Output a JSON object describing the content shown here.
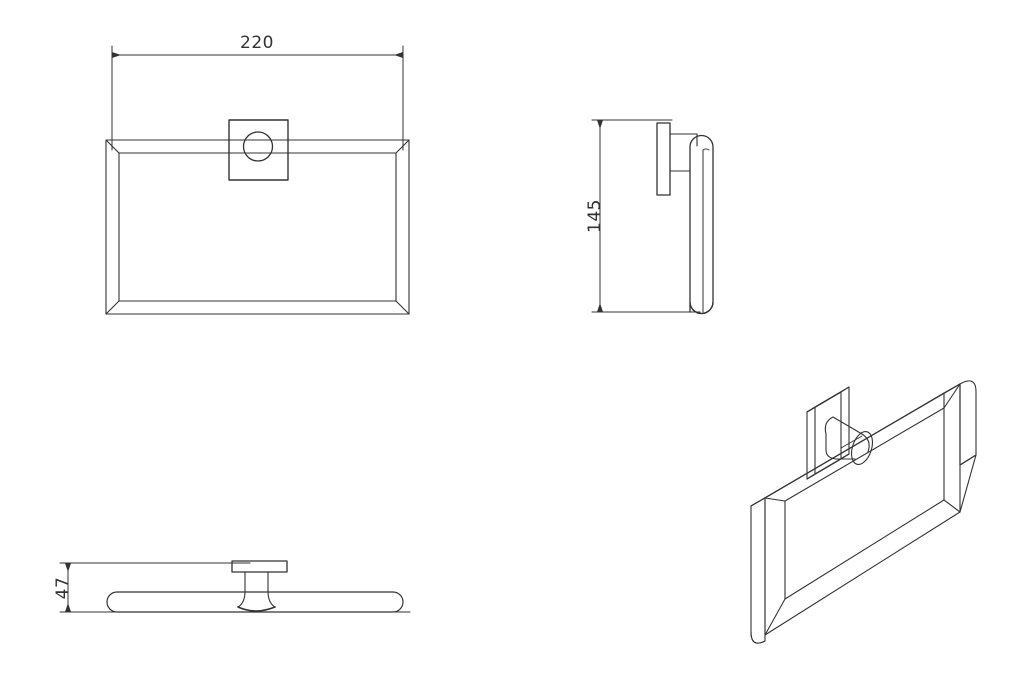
{
  "document": {
    "type": "engineering-drawing",
    "subject": "Rectangular towel ring / towel holder",
    "background_color": "#ffffff",
    "line_color": "#333333",
    "text_color": "#333333",
    "units": "mm"
  },
  "dimensions": {
    "width": {
      "label": "220",
      "view": "front-elevation",
      "orientation": "horizontal"
    },
    "height": {
      "label": "145",
      "view": "side-elevation",
      "orientation": "vertical"
    },
    "depth": {
      "label": "47",
      "view": "top-plan",
      "orientation": "vertical"
    }
  },
  "views": [
    {
      "name": "front-elevation",
      "dimension_label": "220"
    },
    {
      "name": "side-elevation",
      "dimension_label": "145"
    },
    {
      "name": "top-plan",
      "dimension_label": "47"
    },
    {
      "name": "isometric-view",
      "dimension_label": ""
    }
  ]
}
